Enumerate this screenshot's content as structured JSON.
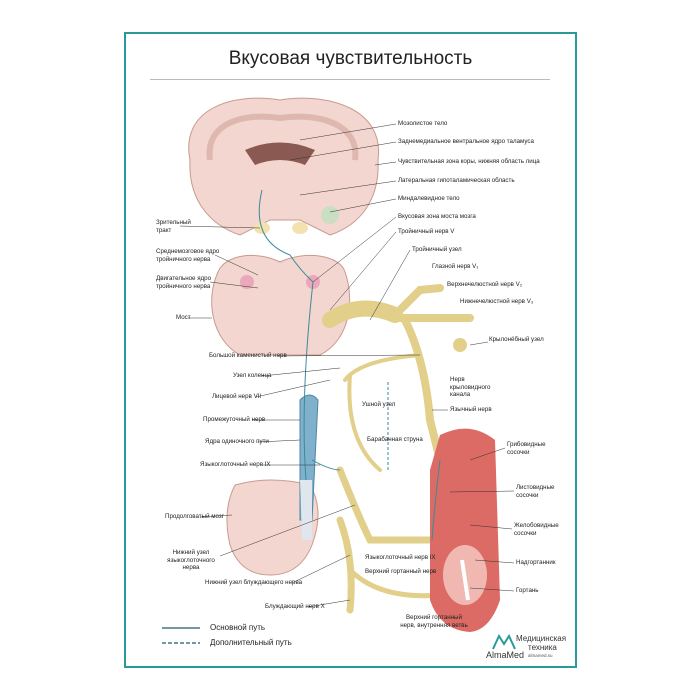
{
  "title": "Вкусовая чувствительность",
  "labels_right": [
    "Мозолистое тело",
    "Заднемедиальное вентральное ядро таламуса",
    "Чувствительная зона коры, нижняя область лица",
    "Латеральная гипоталамическая область",
    "Миндалевидное тело",
    "Вкусовая зона моста мозга",
    "Тройничный нерв V",
    "Тройничный узел",
    "Глазной нерв V₁",
    "Верхнечелюстной нерв V₂",
    "Нижнечелюстной нерв V₃",
    "Крылонёбный узел",
    "Нерв крыловидного канала",
    "Язычный нерв",
    "Грибовидные сосочки",
    "Листовидные сосочки",
    "Желобовидные сосочки",
    "Надгортанник",
    "Гортань",
    "Верхний гортанный нерв, внутренняя ветвь"
  ],
  "labels_left": [
    "Зрительный тракт",
    "Среднемозговое ядро тройничного нерва",
    "Двигательное ядро тройничного нерва",
    "Мост",
    "Большой каменистый нерв",
    "Узел коленца",
    "Лицевой нерв VII",
    "Промежуточный нерв",
    "Ядра одиночного пути",
    "Языкоглоточный нерв IX",
    "Продолговатый мозг",
    "Нижний узел языкоглоточного нерва",
    "Нижний узел блуждающего нерва",
    "Блуждающий нерв X"
  ],
  "labels_center": [
    "Ушной узел",
    "Барабанная струна",
    "Языкоглоточный нерв IX",
    "Верхний гортанный нерв"
  ],
  "legend": {
    "main": "Основной путь",
    "extra": "Дополнительный путь"
  },
  "logo": {
    "brand": "AlmaMed",
    "line1": "Медицинская",
    "line2": "техника",
    "site": "almamed.su"
  },
  "colors": {
    "frame": "#2a9a98",
    "nerve": "#e2cf8a",
    "brain": "#f2d6cf",
    "tongue": "#dc6b66",
    "path": "#3d8a9a"
  }
}
